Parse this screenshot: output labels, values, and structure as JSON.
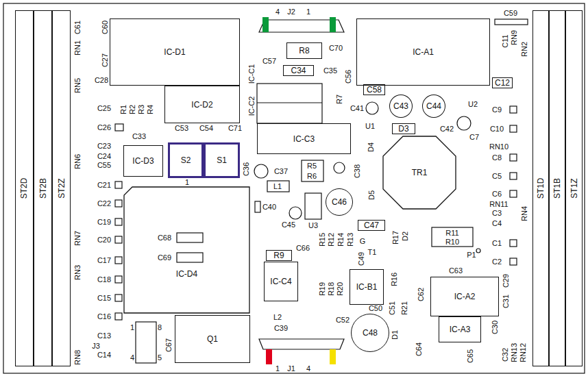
{
  "diagram": {
    "nodes": [
      {
        "text": [
          "IC-D1"
        ]
      },
      {
        "text": [
          "IC-A1"
        ]
      },
      {
        "text": [
          "R8"
        ]
      },
      {
        "text": [
          "C34"
        ]
      },
      {
        "text": [
          "C58"
        ]
      },
      {
        "text": [
          "IC-D2"
        ]
      },
      {
        "text": [
          "D3"
        ]
      },
      {
        "text": [
          "C43"
        ]
      },
      {
        "text": [
          "C44"
        ]
      },
      {
        "text": [
          "C12"
        ]
      },
      {
        "text": [
          "IC-C3"
        ]
      },
      {
        "text": [
          "IC-D3"
        ]
      },
      {
        "text": [
          "S2"
        ]
      },
      {
        "text": [
          "S1"
        ]
      },
      {
        "text": [
          "TR1"
        ]
      },
      {
        "text": [
          "C46"
        ]
      },
      {
        "text": [
          "IC-D4"
        ]
      },
      {
        "text": [
          "C47"
        ]
      },
      {
        "text": [
          "R9"
        ]
      },
      {
        "text": [
          "IC-C4"
        ]
      },
      {
        "text": [
          "IC-B1"
        ]
      },
      {
        "text": [
          "IC-A2"
        ]
      },
      {
        "text": [
          "IC-A3"
        ]
      },
      {
        "text": [
          "C48"
        ]
      },
      {
        "text": [
          "Q1"
        ]
      },
      {
        "text": [
          "ST2D"
        ]
      },
      {
        "text": [
          "ST2B"
        ]
      },
      {
        "text": [
          "ST2Z"
        ]
      },
      {
        "text": [
          "ST1D"
        ]
      },
      {
        "text": [
          "ST1B"
        ]
      },
      {
        "text": [
          "ST1Z"
        ]
      }
    ],
    "labels": [
      "4",
      "J2",
      "1",
      "C59",
      "C70",
      "C61",
      "C60",
      "RN1",
      "C27",
      "RN5",
      "C28",
      "RN9",
      "C11",
      "RN2",
      "C57",
      "C35",
      "IC-C1",
      "C56",
      "IC-C2",
      "C25",
      "R1",
      "R2",
      "R3",
      "R4",
      "R7",
      "C41",
      "U1",
      "U2",
      "C9",
      "C10",
      "C42",
      "C26",
      "C53",
      "C54",
      "C71",
      "C7",
      "C33",
      "D4",
      "RN10",
      "C23",
      "C24",
      "C55",
      "RN6",
      "C8",
      "C36",
      "C37",
      "R5",
      "R6",
      "C38",
      "C5",
      "1",
      "C21",
      "L1",
      "C6",
      "D5",
      "C22",
      "RN11",
      "C40",
      "C3",
      "RN4",
      "C19",
      "C45",
      "U3",
      "C4",
      "R11",
      "R15",
      "R12",
      "R14",
      "R13",
      "R17",
      "D2",
      "C68",
      "RN7",
      "C20",
      "G",
      "R10",
      "C1",
      "C66",
      "T1",
      "C49",
      "C69",
      "P1",
      "C17",
      "C2",
      "C63",
      "RN3",
      "C18",
      "R16",
      "C29",
      "R19",
      "R18",
      "R20",
      "C62",
      "C15",
      "C31",
      "C51",
      "R21",
      "C50",
      "C16",
      "L2",
      "C52",
      "C39",
      "C30",
      "1",
      "8",
      "C13",
      "D1",
      "J3",
      "C67",
      "C64",
      "C32",
      "RN13",
      "RN12",
      "C14",
      "RN8",
      "4",
      "C65",
      "1",
      "J1",
      "4",
      "5"
    ]
  }
}
